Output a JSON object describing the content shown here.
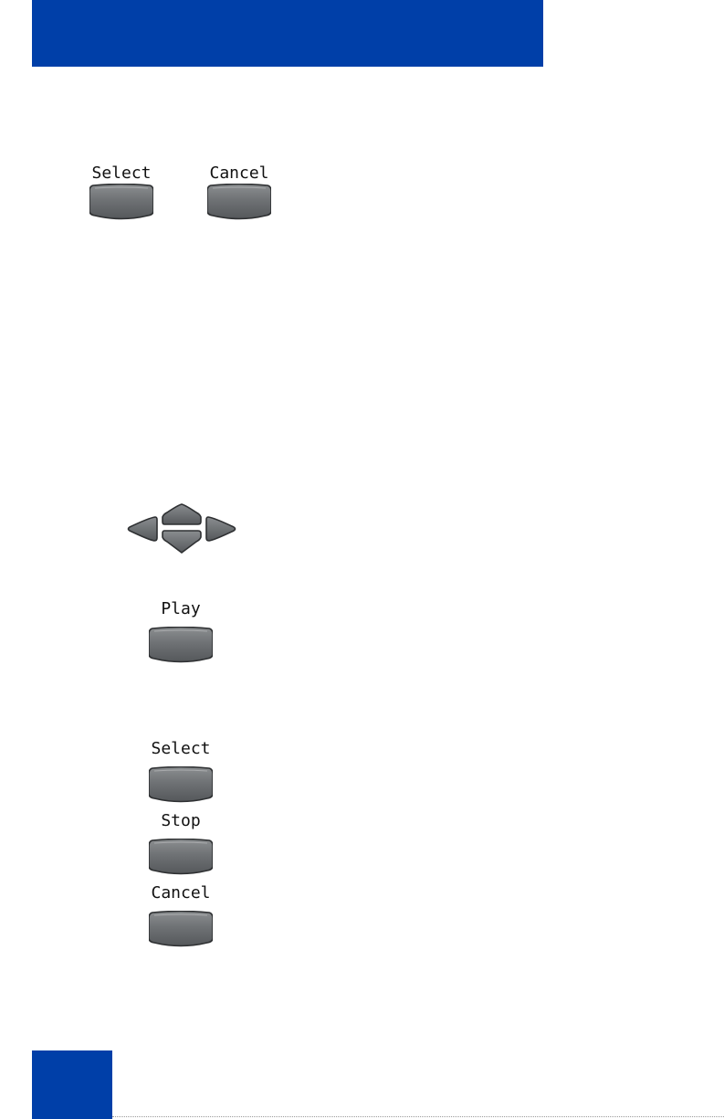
{
  "header": {
    "color": "#003fa8"
  },
  "footer": {
    "color": "#003fa8"
  },
  "softkeys_top": [
    {
      "label": "Select"
    },
    {
      "label": "Cancel"
    }
  ],
  "navigation": {
    "keys": [
      "left-arrow-icon",
      "up-arrow-icon",
      "down-arrow-icon",
      "right-arrow-icon"
    ]
  },
  "play_key": {
    "label": "Play"
  },
  "softkeys_stack": [
    {
      "label": "Select"
    },
    {
      "label": "Stop"
    },
    {
      "label": "Cancel"
    }
  ]
}
